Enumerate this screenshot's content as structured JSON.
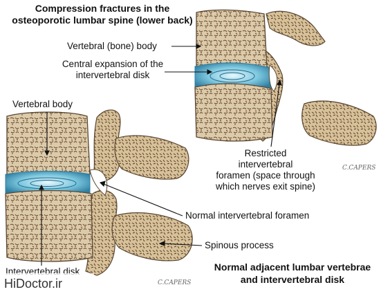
{
  "title_top": [
    "Compression fractures in the",
    "osteoporotic lumbar spine (lower back)"
  ],
  "title_bottom": [
    "Normal adjacent lumbar vertebrae",
    "and intervertebral disk"
  ],
  "labels": {
    "vertebral_bone_body": "Vertebral (bone) body",
    "central_expansion": [
      "Central expansion of the",
      "intervertebral disk"
    ],
    "vertebral_body": "Vertebral body",
    "restricted_foramen": [
      "Restricted",
      "intervertebral",
      "foramen (space through",
      "which nerves exit spine)"
    ],
    "normal_foramen": "Normal intervertebral foramen",
    "spinous_process": "Spinous process",
    "intervertebral_disk": "Intervertebral disk"
  },
  "signature": "C.CAPERS",
  "watermark": "HiDoctor.ir",
  "colors": {
    "bone": "#d9c8a6",
    "bone_spots": "#6b4a2a",
    "bone_edge": "#5a4632",
    "disk": "#7ec8df",
    "disk_dark": "#2f7fa3",
    "text": "#111111"
  }
}
